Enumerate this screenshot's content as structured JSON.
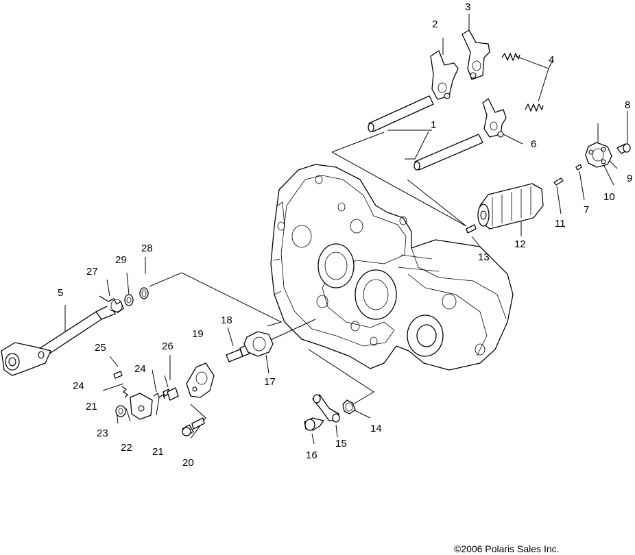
{
  "callouts": [
    "1",
    "2",
    "3",
    "4",
    "5",
    "6",
    "7",
    "8",
    "9",
    "10",
    "11",
    "12",
    "13",
    "14",
    "15",
    "16",
    "17",
    "18",
    "19",
    "20",
    "21",
    "21",
    "22",
    "23",
    "24",
    "24",
    "25",
    "26",
    "27",
    "28",
    "29"
  ],
  "copyright": "©2006 Polaris Sales Inc."
}
